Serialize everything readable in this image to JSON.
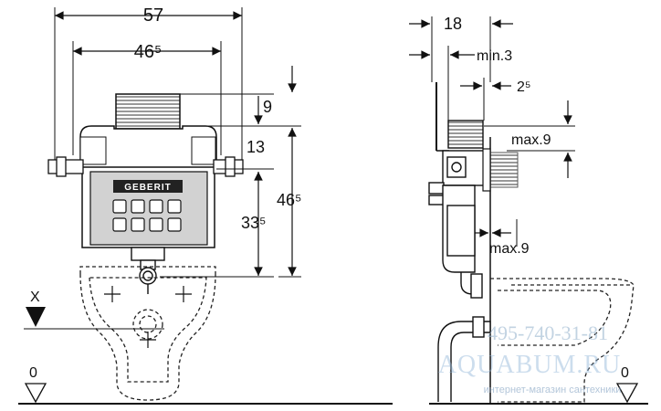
{
  "front_view": {
    "dims": {
      "overall_width": "57",
      "frame_width": "46⁵",
      "top_offset": "9",
      "flush_plate_gap": "13",
      "total_height": "46⁵",
      "outlet_height": "33⁵"
    },
    "brand": "GEBERIT",
    "floor_label": "0",
    "marker_label": "X"
  },
  "side_view": {
    "dims": {
      "depth": "18",
      "min_offset": "min.3",
      "plate_depth": "2⁵",
      "max_top": "max.9",
      "max_side": "max.9"
    },
    "floor_label": "0"
  },
  "watermark": {
    "phone": "495-740-31-81",
    "site": "AQUABUM.RU",
    "tagline": "интернет-магазин сантехники"
  }
}
